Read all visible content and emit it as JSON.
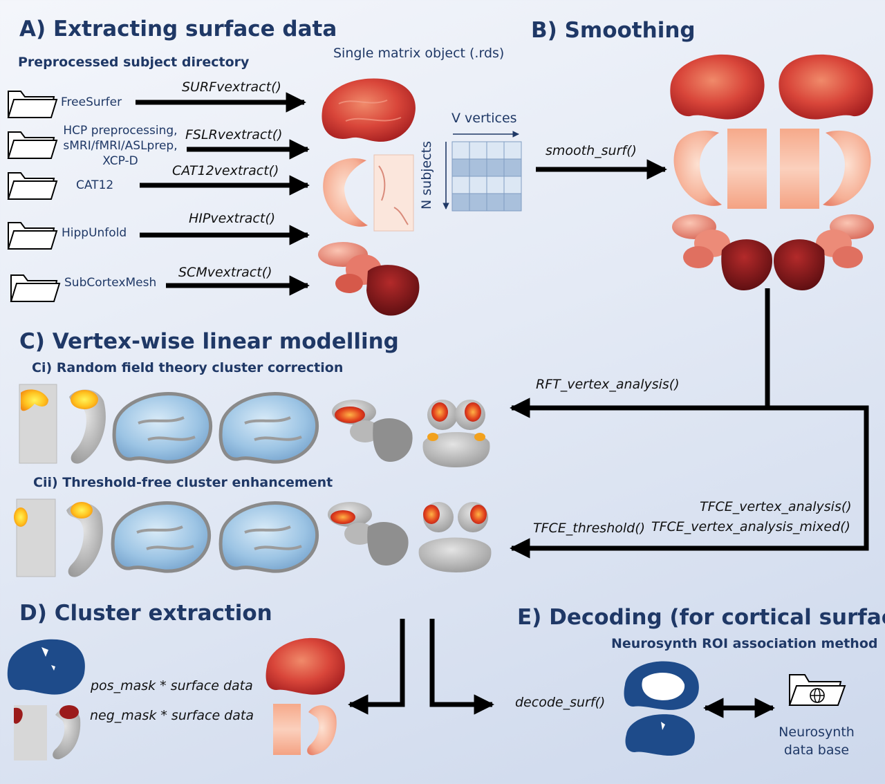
{
  "sections": {
    "a_title": "A) Extracting surface data",
    "b_title": "B) Smoothing",
    "c_title": "C) Vertex-wise linear modelling",
    "ci_title": "Ci) Random field theory cluster correction",
    "cii_title": "Cii) Threshold-free cluster enhancement",
    "d_title": "D) Cluster extraction",
    "e_title": "E) Decoding (for cortical surface)"
  },
  "panel_a": {
    "directory_label": "Preprocessed subject directory",
    "matrix_label": "Single matrix object (.rds)",
    "sources": [
      {
        "folder": "FreeSurfer",
        "function": "SURFvextract()"
      },
      {
        "folder": "HCP preprocessing,\nsMRI/fMRI/ASLprep,\nXCP-D",
        "function": "FSLRvextract()"
      },
      {
        "folder": "CAT12",
        "function": "CAT12vextract()"
      },
      {
        "folder": "HippUnfold",
        "function": "HIPvextract()"
      },
      {
        "folder": "SubCortexMesh",
        "function": "SCMvextract()"
      }
    ],
    "matrix_cols_label": "V vertices",
    "matrix_rows_label": "N subjects"
  },
  "panel_b": {
    "function": "smooth_surf()"
  },
  "panel_c": {
    "rft_function": "RFT_vertex_analysis()",
    "tfce_function": "TFCE_vertex_analysis()",
    "tfce_threshold_function": "TFCE_threshold()",
    "tfce_mixed_function": "TFCE_vertex_analysis_mixed()"
  },
  "panel_d": {
    "pos_label": "pos_mask * surface data",
    "neg_label": "neg_mask * surface data"
  },
  "panel_e": {
    "method_label": "Neurosynth ROI association method",
    "function": "decode_surf()",
    "database_label": "Neurosynth\ndata base",
    "database_icon": "globe-folder-icon"
  },
  "colors": {
    "title": "#1f3866",
    "arrow": "#000000",
    "matrix_dark": "#a9c0dc",
    "matrix_light": "#dce7f4",
    "blue_effect": "#a8cbe9",
    "mask_blue": "#1e4b8a",
    "mask_red": "#9b1b1b"
  }
}
